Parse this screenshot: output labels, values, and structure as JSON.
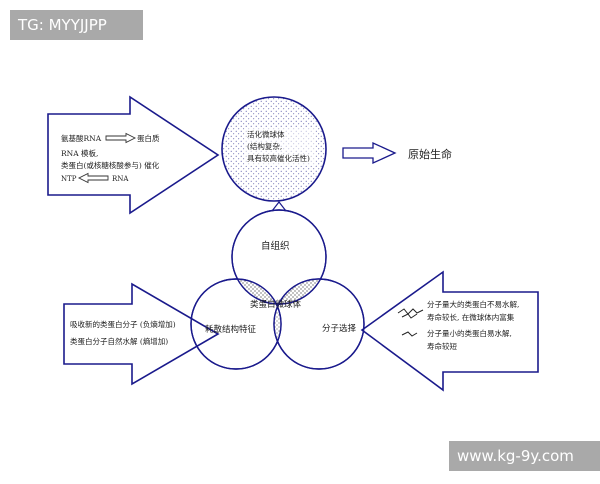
{
  "watermarks": {
    "top_left": "TG: MYYJJPP",
    "bottom_right": "www.kg-9y.com"
  },
  "colors": {
    "line": "#1a1a8c",
    "stipple": "#4b4b9e",
    "watermark_bg": "#a9a9a9"
  },
  "top_arrow": {
    "line1_left": "氨基酸RNA",
    "line1_right": "蛋白质",
    "line2": "RNA  模板,",
    "line3": "类蛋白(或核糖核酸参与) 催化",
    "line4_left": "NTP",
    "line4_right": "RNA"
  },
  "microsphere": {
    "line1": "活化微球体",
    "line2": "(结构复杂,",
    "line3": "具有较高催化活性)"
  },
  "result": {
    "label": "原始生命"
  },
  "venn": {
    "top": "自组织",
    "center": "类蛋白微球体",
    "left": "耗散结构特征",
    "right": "分子选择"
  },
  "left_arrow": {
    "line1": "吸收新的类蛋白分子 (负熵增加)",
    "line2": "类蛋白分子自然水解 (熵增加)"
  },
  "right_arrow": {
    "line1": "分子量大的类蛋白不易水解,",
    "line2": "寿命较长, 在微球体内富集",
    "line3": "分子量小的类蛋白易水解,",
    "line4": "寿命较短"
  }
}
